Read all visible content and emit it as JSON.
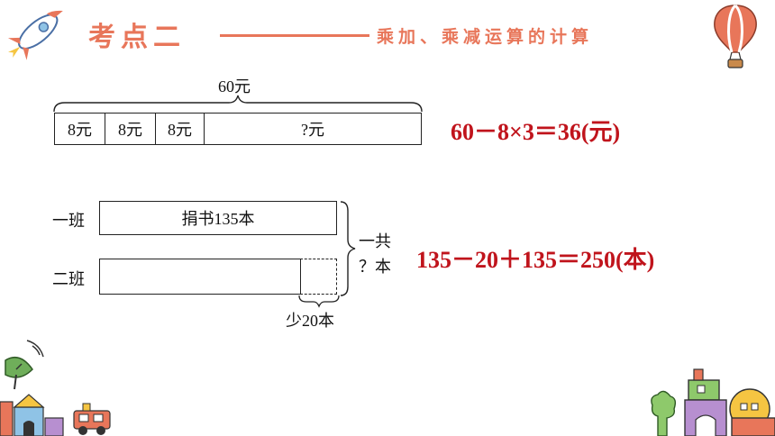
{
  "header": {
    "title": "考点二",
    "subtitle": "乘加、乘减运算的计算"
  },
  "problem1": {
    "total_label": "60元",
    "segments": [
      "8元",
      "8元",
      "8元",
      "?元"
    ],
    "equation": "60－8×3＝36(元)"
  },
  "problem2": {
    "row1_label": "一班",
    "row2_label": "二班",
    "row1_text": "捐书135本",
    "difference_label": "少20本",
    "total_top": "一共",
    "total_bottom": "？本",
    "equation": "135－20＋135＝250(本)"
  },
  "colors": {
    "accent": "#e8765a",
    "equation": "#c0141c"
  },
  "icons": [
    "rocket-icon",
    "hot-air-balloon-icon",
    "satellite-dish-icon",
    "toy-train-icon",
    "toy-house-icon"
  ]
}
